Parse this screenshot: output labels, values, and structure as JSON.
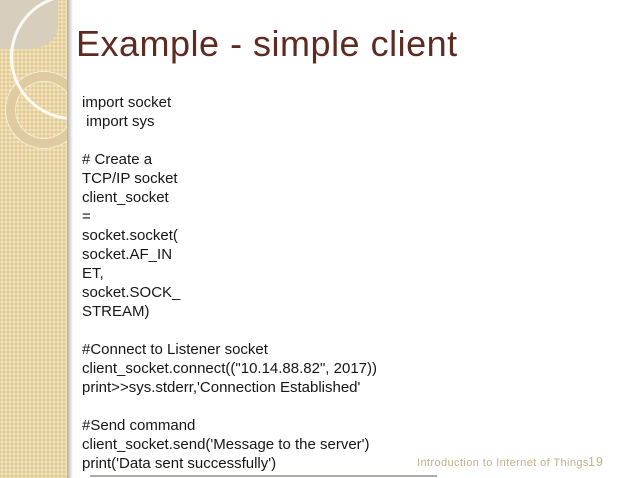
{
  "slide": {
    "title": "Example - simple client",
    "footer": "Introduction to Internet of Things",
    "page_number": "19"
  },
  "code": {
    "lines": [
      "import socket",
      " import sys",
      "",
      "# Create a",
      "TCP/IP socket",
      "client_socket",
      "=",
      "socket.socket(",
      "socket.AF_IN",
      "ET,",
      "socket.SOCK_",
      "STREAM)",
      "",
      "#Connect to Listener socket",
      "client_socket.connect((\"10.14.88.82\", 2017))",
      "print>>sys.stderr,'Connection Established'",
      "",
      "#Send command",
      "client_socket.send('Message to the server')",
      "print('Data sent successfully')"
    ]
  },
  "theme": {
    "title_color": "#5d2b21",
    "code_color": "#161616",
    "sidebar_tan": "#ebd7a6",
    "corner_block": "#d6cdbc",
    "ring_beige": "#ddca9e",
    "footer_color": "#c6ae85",
    "background": "#ffffff"
  }
}
